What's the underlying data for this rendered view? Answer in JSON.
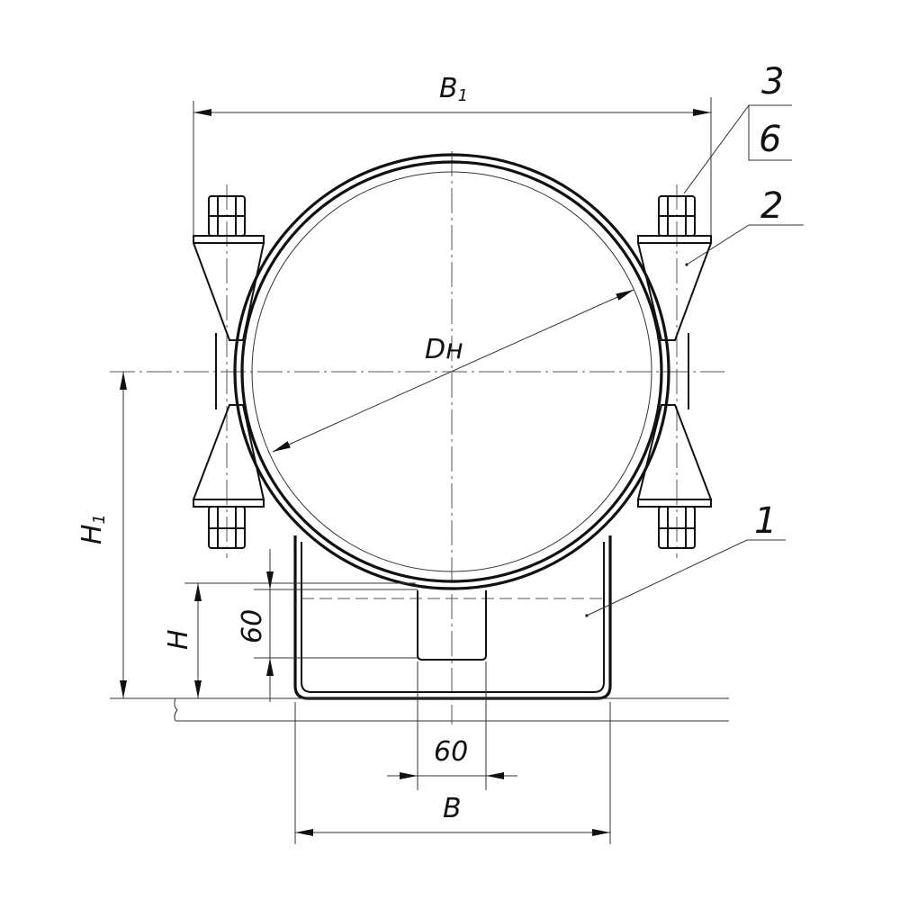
{
  "drawing": {
    "title": "Pipe clamp support assembly",
    "dimensions": {
      "width_total": {
        "main": "B",
        "sub": "1"
      },
      "diameter": "Dн",
      "height_total": {
        "main": "H",
        "sub": "1"
      },
      "height": "H",
      "stub_height": "60",
      "stub_width": "60",
      "base_width": "B"
    },
    "callouts": {
      "bolt": "3",
      "nut": "6",
      "clamp_plate": "2",
      "saddle": "1"
    }
  },
  "colors": {
    "line": "#111111",
    "background": "#ffffff"
  }
}
